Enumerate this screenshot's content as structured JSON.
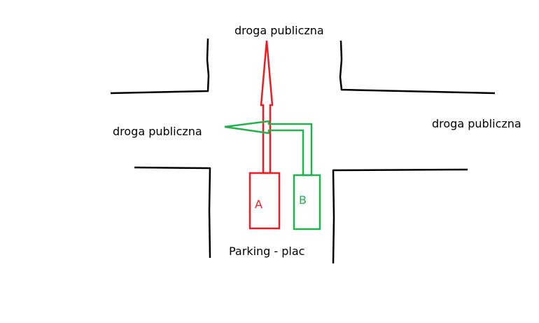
{
  "labels": {
    "road_top": "droga publiczna",
    "road_left": "droga publiczna",
    "road_right": "droga publiczna",
    "parking": "Parking - plac"
  },
  "cars": {
    "a": {
      "label": "A",
      "color": "#ed1c24"
    },
    "b": {
      "label": "B",
      "color": "#22b14c"
    }
  },
  "colors": {
    "road_edge": "#000000"
  }
}
